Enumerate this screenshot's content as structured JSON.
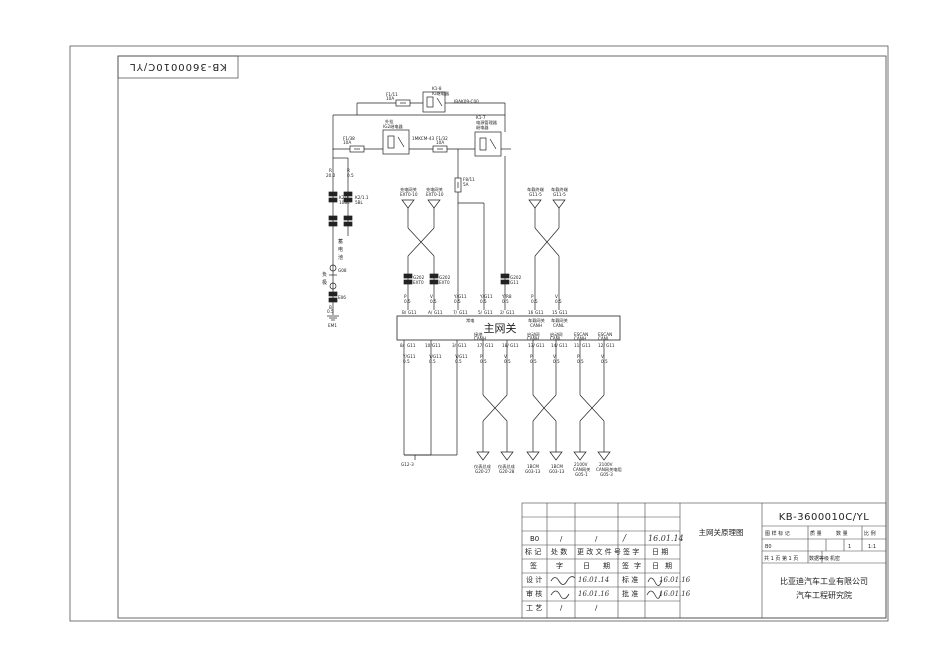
{
  "drawing": {
    "number": "KB-3600010C/YL",
    "number_rotated": "KB-3600010C/YL",
    "title": "主网关原理图"
  },
  "gateway": {
    "label": "主网关"
  },
  "power": {
    "relay_top": {
      "id": "K1-8",
      "name": "IG继电器",
      "code": "IBAK09-C00"
    },
    "relay_mid_left": {
      "name": "外挂",
      "sub": "IG2继电器",
      "code": "1MKCM-43"
    },
    "relay_mid_right": {
      "id": "K1-7",
      "name": "电源管理器",
      "sub": "继电器"
    },
    "fuses": [
      {
        "id": "F1/11",
        "rating": "10A"
      },
      {
        "id": "F1/38",
        "rating": "10A"
      },
      {
        "id": "F1/32",
        "rating": "10A"
      },
      {
        "id": "F8/11",
        "rating": "5A"
      }
    ],
    "left_chain": {
      "wire_a": "R",
      "wire_a_sub": "20.0",
      "wire_b": "R",
      "wire_b_sub": "0.5",
      "conn1": "K2/1",
      "conn1_sub": "10BL",
      "conn2": "K2/1.1",
      "conn2_sub": "5BL",
      "labels": [
        "蓄",
        "电",
        "池",
        "负",
        "极"
      ],
      "conn3": "G08",
      "ground_conn": "E06",
      "ground": "EM1",
      "wire_c": "B",
      "wire_c_sub": "0.5"
    }
  },
  "modules_top": [
    {
      "name": "充电网关",
      "code": "EXT0-10"
    },
    {
      "name": "充电网关",
      "code": "EXT0-10"
    },
    {
      "name": "车载终端",
      "code": "G11-5"
    },
    {
      "name": "车载终端",
      "code": "G11-5"
    }
  ],
  "upper_connectors": [
    {
      "code": "G202",
      "sub": "EXT0"
    },
    {
      "code": "G202",
      "sub": "EXT0"
    },
    {
      "code": "G202",
      "sub": "G11"
    }
  ],
  "upper_wires": [
    {
      "color": "P",
      "size": "0.5"
    },
    {
      "color": "V",
      "size": "0.5"
    },
    {
      "color": "Y/G11",
      "size": "0.5"
    },
    {
      "color": "Y/G11",
      "size": "0.5"
    },
    {
      "color": "Y/R8",
      "size": "0.5"
    },
    {
      "color": "P",
      "size": "0.5"
    },
    {
      "color": "V",
      "size": "0.5"
    }
  ],
  "gateway_pins_top": [
    {
      "pin": "B/",
      "net": "G11"
    },
    {
      "pin": "A/",
      "net": "G11"
    },
    {
      "pin": "7/",
      "net": "G11"
    },
    {
      "pin": "5/",
      "net": "G11"
    },
    {
      "pin": "2/",
      "net": "G11"
    },
    {
      "pin": "16",
      "net": "G11"
    },
    {
      "pin": "15",
      "net": "G11"
    }
  ],
  "gateway_inner_top": [
    {
      "label": "常电"
    },
    {
      "label": "车载网关",
      "sub": "CANH"
    },
    {
      "label": "车载网关",
      "sub": "CANL"
    }
  ],
  "gateway_inner_bottom": [
    {
      "label": "接地",
      "sub": "CANH"
    },
    {
      "label": "启动网",
      "sub": "CANH"
    },
    {
      "label": "启动网",
      "sub": "CANL"
    },
    {
      "label": "ESCAN",
      "sub": "CANH"
    },
    {
      "label": "ESCAN",
      "sub": "CANL"
    }
  ],
  "gateway_pins_bottom": [
    {
      "pin": "8/",
      "net": "G11"
    },
    {
      "pin": "10/",
      "net": "G11"
    },
    {
      "pin": "3/",
      "net": "G11"
    },
    {
      "pin": "17/",
      "net": "G11"
    },
    {
      "pin": "18/",
      "net": "G11"
    },
    {
      "pin": "13/",
      "net": "G11"
    },
    {
      "pin": "14/",
      "net": "G11"
    },
    {
      "pin": "11/",
      "net": "G11"
    },
    {
      "pin": "12/",
      "net": "G11"
    }
  ],
  "lower_wires": [
    {
      "color": "Y/G11",
      "size": "0.5"
    },
    {
      "color": "Y/G11",
      "size": "0.5"
    },
    {
      "color": "Y/G11",
      "size": "0.5"
    },
    {
      "color": "P",
      "size": "0.5"
    },
    {
      "color": "V",
      "size": "0.5"
    },
    {
      "color": "P",
      "size": "0.5"
    },
    {
      "color": "V",
      "size": "0.5"
    },
    {
      "color": "P",
      "size": "0.5"
    },
    {
      "color": "V",
      "size": "0.5"
    }
  ],
  "modules_bottom": [
    {
      "name": "仪表总成",
      "code": "G20-27"
    },
    {
      "name": "仪表总成",
      "code": "G20-28"
    },
    {
      "name": "1BCM",
      "code": "G03-13"
    },
    {
      "name": "1BCM",
      "code": "G03-13"
    },
    {
      "name": "2100V",
      "sub": "CAN网关",
      "code": "G05-1"
    },
    {
      "name": "2100V",
      "sub": "CAN网关电阻",
      "code": "G05-3"
    }
  ],
  "ground_bottom": {
    "code": "G12-3"
  },
  "title_block": {
    "rev_row": [
      "B0",
      "/",
      "/",
      "/",
      "16.01.14"
    ],
    "header_row": [
      "标 记",
      "处 数",
      "更 改 文 件 号",
      "签  字",
      "日  期"
    ],
    "sign_row": [
      "签",
      "字",
      "日",
      "期",
      "签",
      "字",
      "日",
      "期"
    ],
    "rows": [
      {
        "label": "设 计",
        "sig": "",
        "date": "16.01.14",
        "label2": "标 准",
        "sig2": "",
        "date2": "16.01.16"
      },
      {
        "label": "审 核",
        "sig": "",
        "date": "16.01.16",
        "label2": "批 准",
        "sig2": "",
        "date2": "16.01.16"
      },
      {
        "label": "工 艺",
        "sig": "",
        "date": "",
        "label2": "",
        "sig2": "",
        "date2": ""
      }
    ],
    "slash": "/",
    "attr_header": [
      "图 样 标 记",
      "质 量",
      "数 量",
      "比 例"
    ],
    "attr_values": [
      "B0",
      "",
      "1",
      "1:1"
    ],
    "sheet_info": "共 1 页 第 1 页",
    "sheet_class": "数据等级",
    "sheet_class_val": "机密",
    "company": "比亚迪汽车工业有限公司",
    "department": "汽车工程研究院"
  }
}
